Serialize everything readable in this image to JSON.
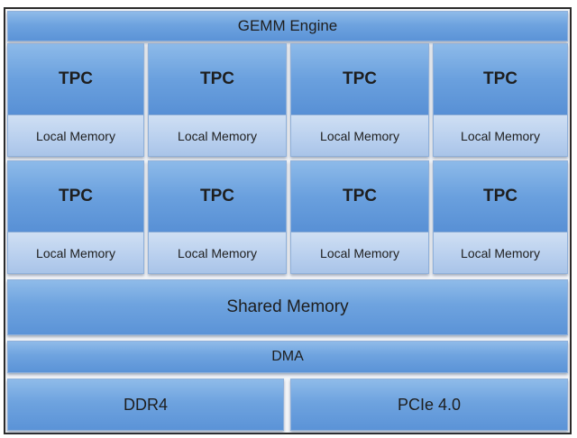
{
  "diagram": {
    "top_bar": "GEMM Engine",
    "units": [
      {
        "core": "TPC",
        "memory": "Local Memory"
      },
      {
        "core": "TPC",
        "memory": "Local Memory"
      },
      {
        "core": "TPC",
        "memory": "Local Memory"
      },
      {
        "core": "TPC",
        "memory": "Local Memory"
      },
      {
        "core": "TPC",
        "memory": "Local Memory"
      },
      {
        "core": "TPC",
        "memory": "Local Memory"
      },
      {
        "core": "TPC",
        "memory": "Local Memory"
      },
      {
        "core": "TPC",
        "memory": "Local Memory"
      }
    ],
    "shared": "Shared Memory",
    "dma": "DMA",
    "ddr": "DDR4",
    "pcie": "PCIe 4.0"
  },
  "colors": {
    "block_blue": "#6ea3df",
    "memory_light_blue": "#b8cfee",
    "border": "#2b2b2b"
  }
}
